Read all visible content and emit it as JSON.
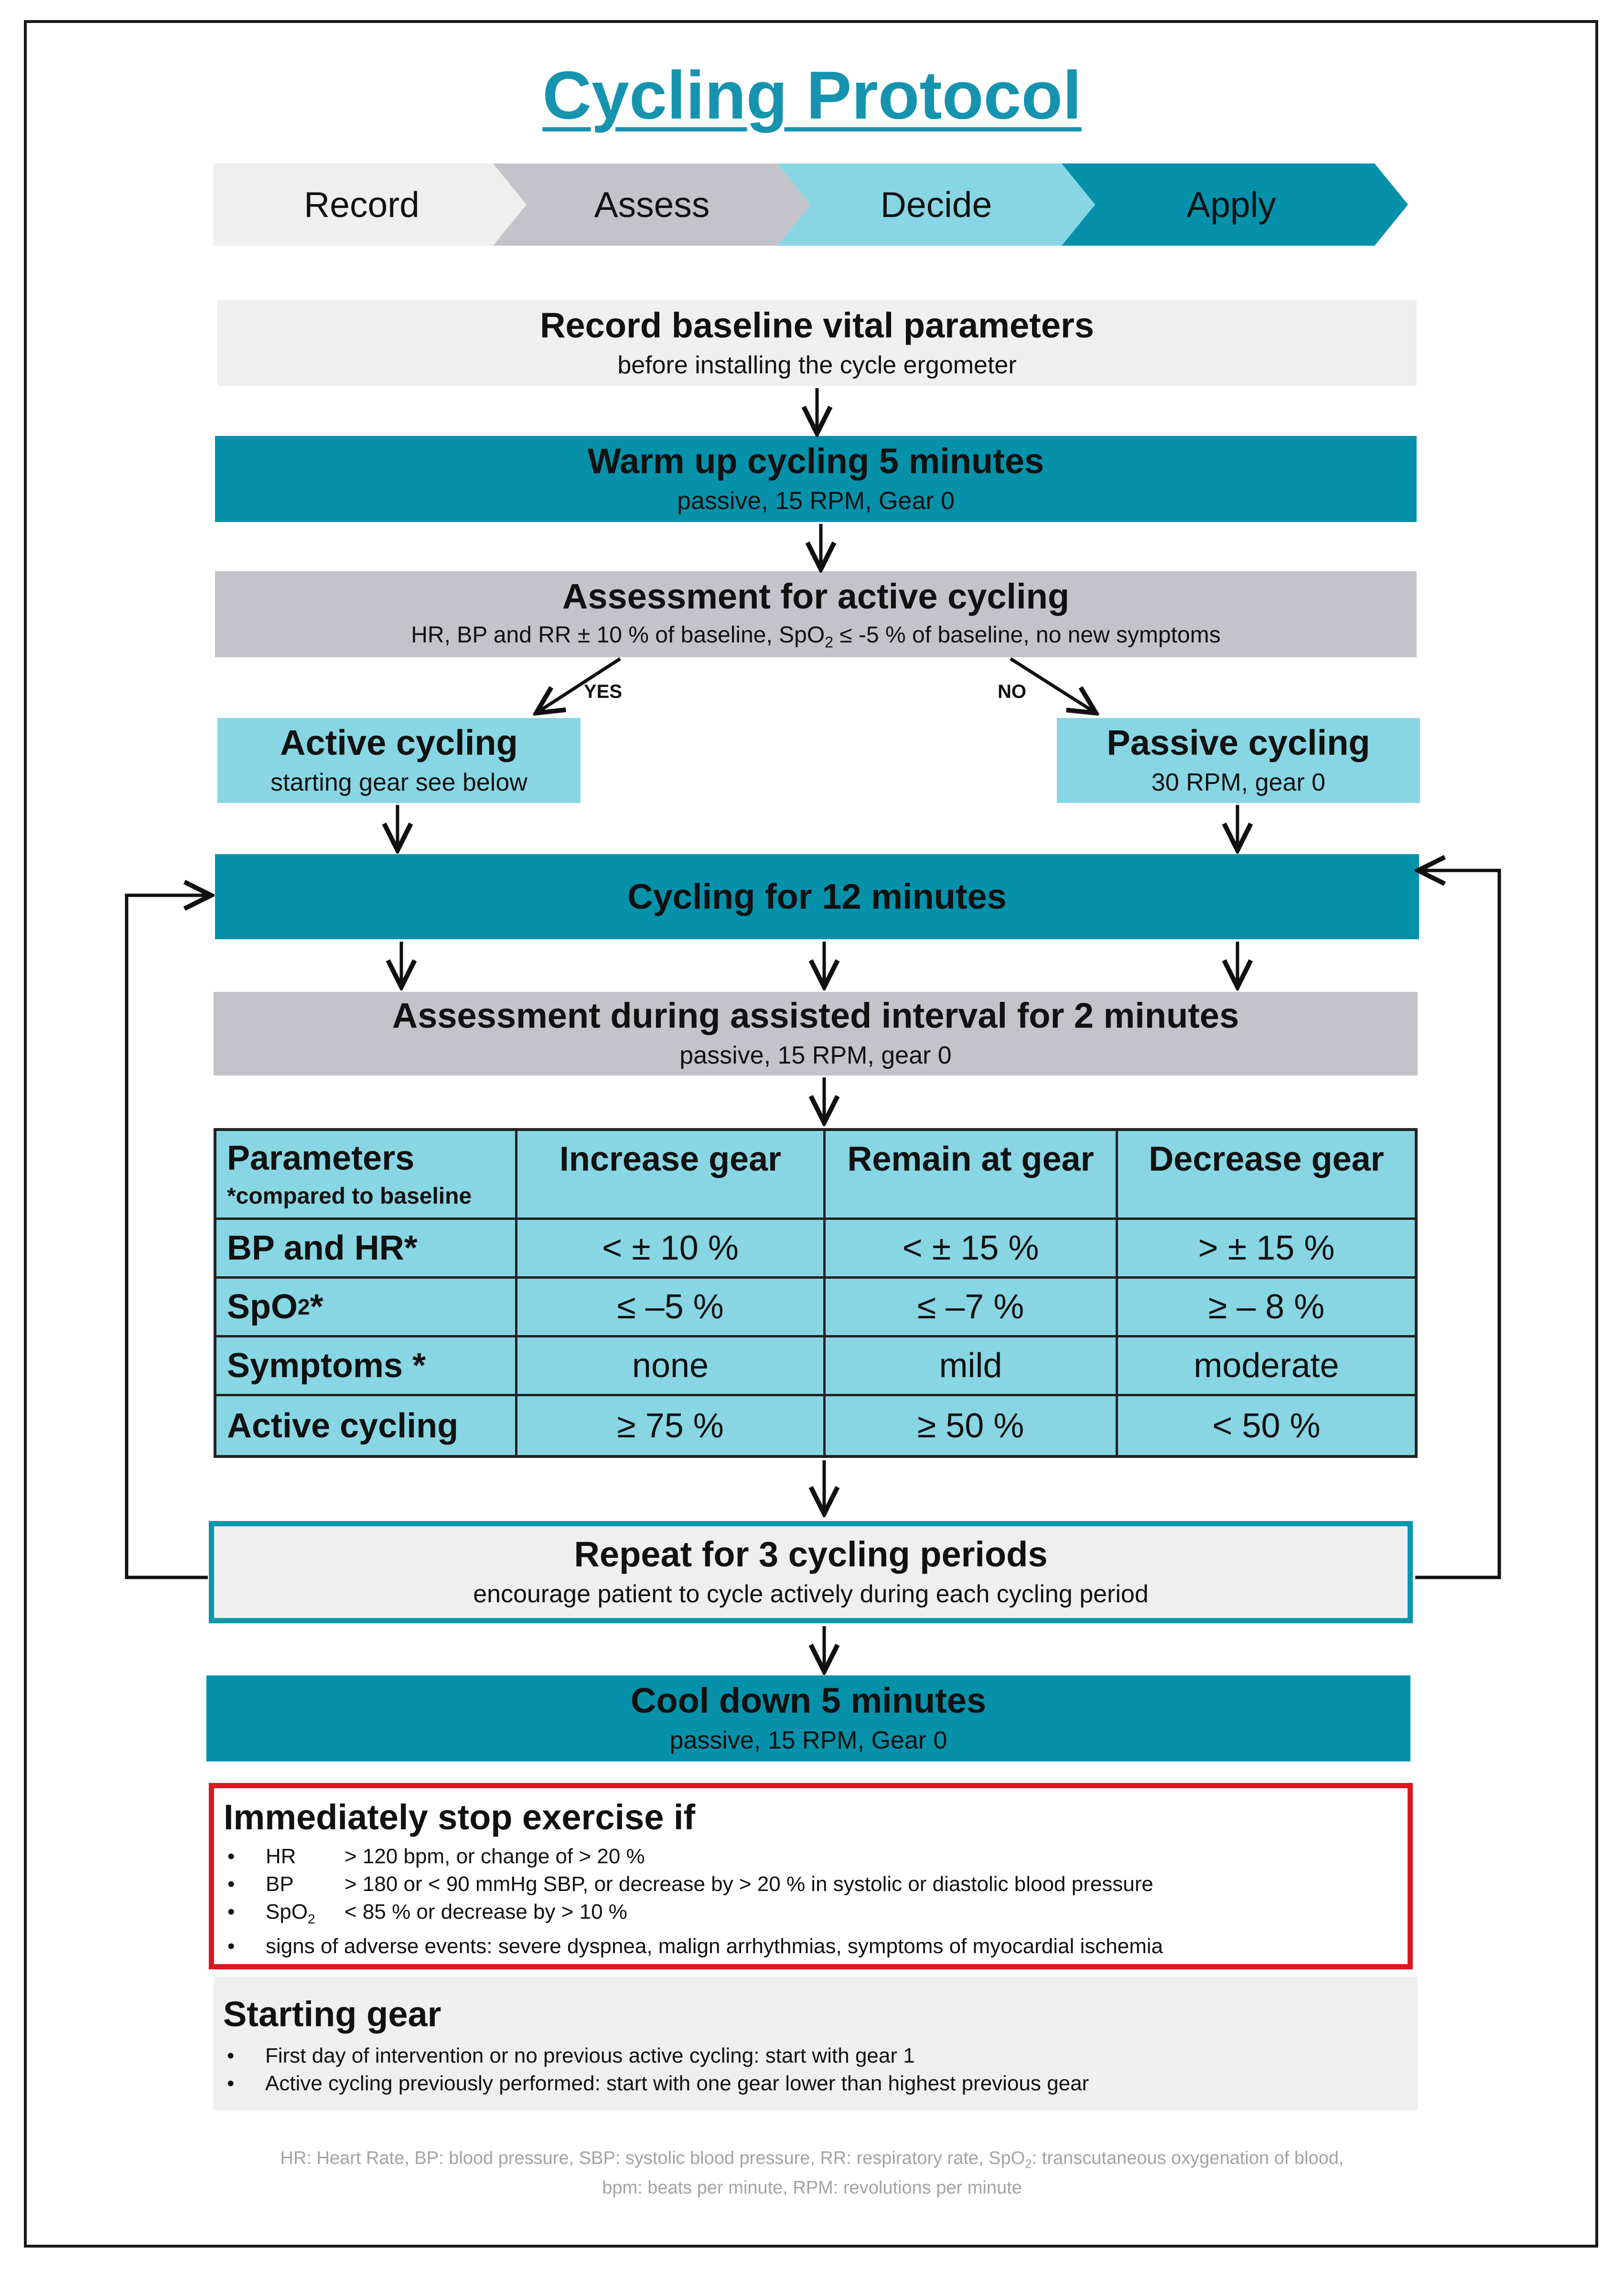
{
  "title": "Cycling Protocol",
  "steps": [
    "Record",
    "Assess",
    "Decide",
    "Apply"
  ],
  "step_colors": [
    "#efefef",
    "#c3c3c9",
    "#88d6e4",
    "#0591aa"
  ],
  "baseline": {
    "main": "Record baseline vital parameters",
    "sub": "before installing the cycle ergometer"
  },
  "warmup": {
    "main": "Warm up cycling 5 minutes",
    "sub": "passive, 15 RPM, Gear 0"
  },
  "assessment": {
    "main": "Assessment for active cycling",
    "sub_a": "HR, BP and RR ± 10 % of baseline, SpO",
    "sub_sub": "2",
    "sub_b": " ≤ -5 % of baseline, no new symptoms"
  },
  "yes_label": "YES",
  "no_label": "NO",
  "active": {
    "main": "Active cycling",
    "sub": "starting gear see below"
  },
  "passive": {
    "main": "Passive cycling",
    "sub": "30 RPM, gear 0"
  },
  "cycling12": {
    "main": "Cycling for 12 minutes"
  },
  "assisted": {
    "main": "Assessment during assisted interval for 2 minutes",
    "sub": "passive, 15 RPM, gear 0"
  },
  "table": {
    "param_title": "Parameters",
    "param_note": "*compared to baseline",
    "headers": [
      "Increase gear",
      "Remain at gear",
      "Decrease gear"
    ],
    "rows": [
      {
        "label": "BP and HR*",
        "label_sub": "",
        "label_tail": "",
        "cells": [
          "< ± 10 %",
          "< ± 15 %",
          "> ± 15 %"
        ]
      },
      {
        "label": "SpO",
        "label_sub": "2",
        "label_tail": " *",
        "cells": [
          "≤ –5 %",
          "≤ –7 %",
          "≥ – 8 %"
        ]
      },
      {
        "label": "Symptoms *",
        "label_sub": "",
        "label_tail": "",
        "cells": [
          "none",
          "mild",
          "moderate"
        ]
      },
      {
        "label": "Active cycling",
        "label_sub": "",
        "label_tail": "",
        "cells": [
          "≥ 75 %",
          "≥ 50 %",
          "< 50 %"
        ]
      }
    ]
  },
  "repeat": {
    "main": "Repeat for 3 cycling periods",
    "sub": "encourage patient to cycle actively during each cycling period"
  },
  "cooldown": {
    "main": "Cool down 5 minutes",
    "sub": "passive, 15 RPM, Gear 0"
  },
  "stop": {
    "title": "Immediately stop exercise if",
    "items": [
      {
        "abbr": "HR",
        "abbr_sub": "",
        "text": "> 120 bpm, or change of > 20 %"
      },
      {
        "abbr": "BP",
        "abbr_sub": "",
        "text": "> 180 or < 90 mmHg SBP, or decrease by > 20 % in systolic or diastolic blood pressure"
      },
      {
        "abbr": "SpO",
        "abbr_sub": "2",
        "text": "< 85 % or  decrease by > 10 %"
      }
    ],
    "last_item": "signs of adverse events: severe dyspnea, malign arrhythmias, symptoms of myocardial ischemia"
  },
  "starting_gear": {
    "title": "Starting gear",
    "items": [
      "First day of intervention or no previous active cycling: start with gear 1",
      "Active cycling previously performed: start with one gear lower than highest previous gear"
    ]
  },
  "footnote": {
    "line1_a": "HR: Heart Rate, BP: blood pressure, SBP: systolic blood pressure, RR: respiratory rate, SpO",
    "line1_sub": "2",
    "line1_b": ": transcutaneous oxygenation of blood,",
    "line2": "bpm: beats per minute, RPM: revolutions per minute"
  },
  "bullet_char": "•"
}
